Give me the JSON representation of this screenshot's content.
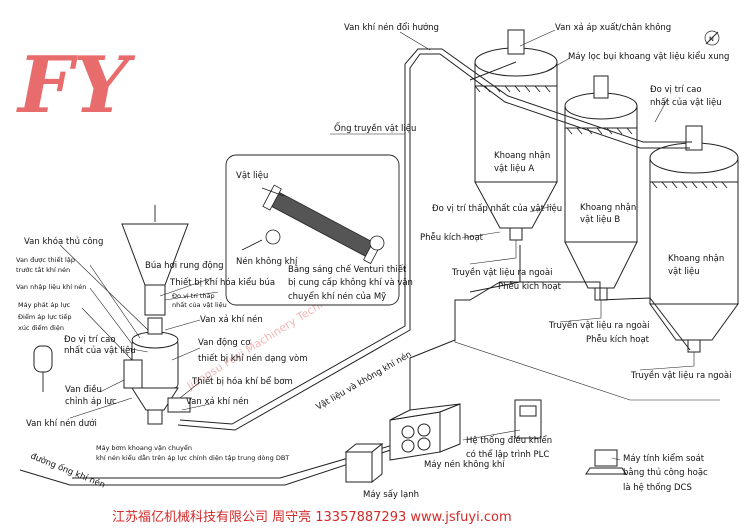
{
  "brand": {
    "logo_text": "FY",
    "footer": "江苏福亿机械科技有限公司  周守亮  13357887293  www.jsfuyi.com",
    "watermark": "Jiangsu Fuyi Machinery Technology Co., Ltd."
  },
  "labels": {
    "valve_switch": "Van khí nén đổi hướng",
    "valve_pressure_vacuum": "Van xả áp xuất/chân không",
    "pulse_filter": "Máy lọc bụi khoang vật liệu kiểu xung",
    "pipe_transport": "Ống truyền vật liệu",
    "high_level_top": "Đo vị trí cao nhất của vật liệu",
    "silo_a": "Khoang nhận vật liệu A",
    "silo_b": "Khoang nhận vật liệu B",
    "silo_c": "Khoang nhận vật liệu",
    "low_level": "Đo vị trí thấp nhất của vật liệu",
    "air_activation_1": "Phễu kích hoạt",
    "air_activation_2": "Phễu kích hoạt",
    "air_activation_3": "Phễu kích hoạt",
    "discharge_1": "Truyền vật liệu ra ngoài",
    "discharge_2": "Truyền vật liệu ra ngoài",
    "discharge_3": "Truyền vật liệu ra ngoài",
    "material": "Vật liệu",
    "no_air": "Nén không khí",
    "venturi": "Bằng sáng chế Venturi thiết bị cung cấp không khí và vận chuyển khí nén của Mỹ",
    "manual_valve": "Van khóa thủ công",
    "set_valve": "Van được thiết lập trước tắt khí nén",
    "air_inlet_valve": "Van nhập liệu khí nén",
    "pressure_sensor": "Máy phát áp lực",
    "pressure_contact": "Điểm áp lực tiếp xúc điểm điện",
    "high_level_tank": "Đo vị trí cao nhất của vật liệu",
    "regulating_valve": "Van điều chỉnh áp lực",
    "bottom_valve": "Van khí nén dưới",
    "hammer": "Búa hơi rung động",
    "fluid_device": "Thiết bị khí hóa kiểu búa",
    "low_level_tank": "Đo vị trí thấp nhất của vật liệu",
    "discharge_valve": "Van xả khí nén",
    "dome_valve": "Van động cơ thiết bị khí nén dạng vòm",
    "fluidizer": "Thiết bị hóa khí bể bơm",
    "exhaust_valve": "Van xả khí nén",
    "pump_note": "Máy bơm khoang vận chuyển khí nén kiểu dẫn trên áp lực chính diện tập trung dòng DBT",
    "air_line": "đường ống khí nén",
    "material_air_line": "Vật liệu và không khí nén",
    "plc": "Hệ thống điều khiển có thể lập trình PLC",
    "compressor": "Máy nén không khí",
    "dryer": "Máy sấy lạnh",
    "pc": "Máy tính kiểm soát bằng thủ công hoặc là hệ thống DCS",
    "north": "N"
  }
}
